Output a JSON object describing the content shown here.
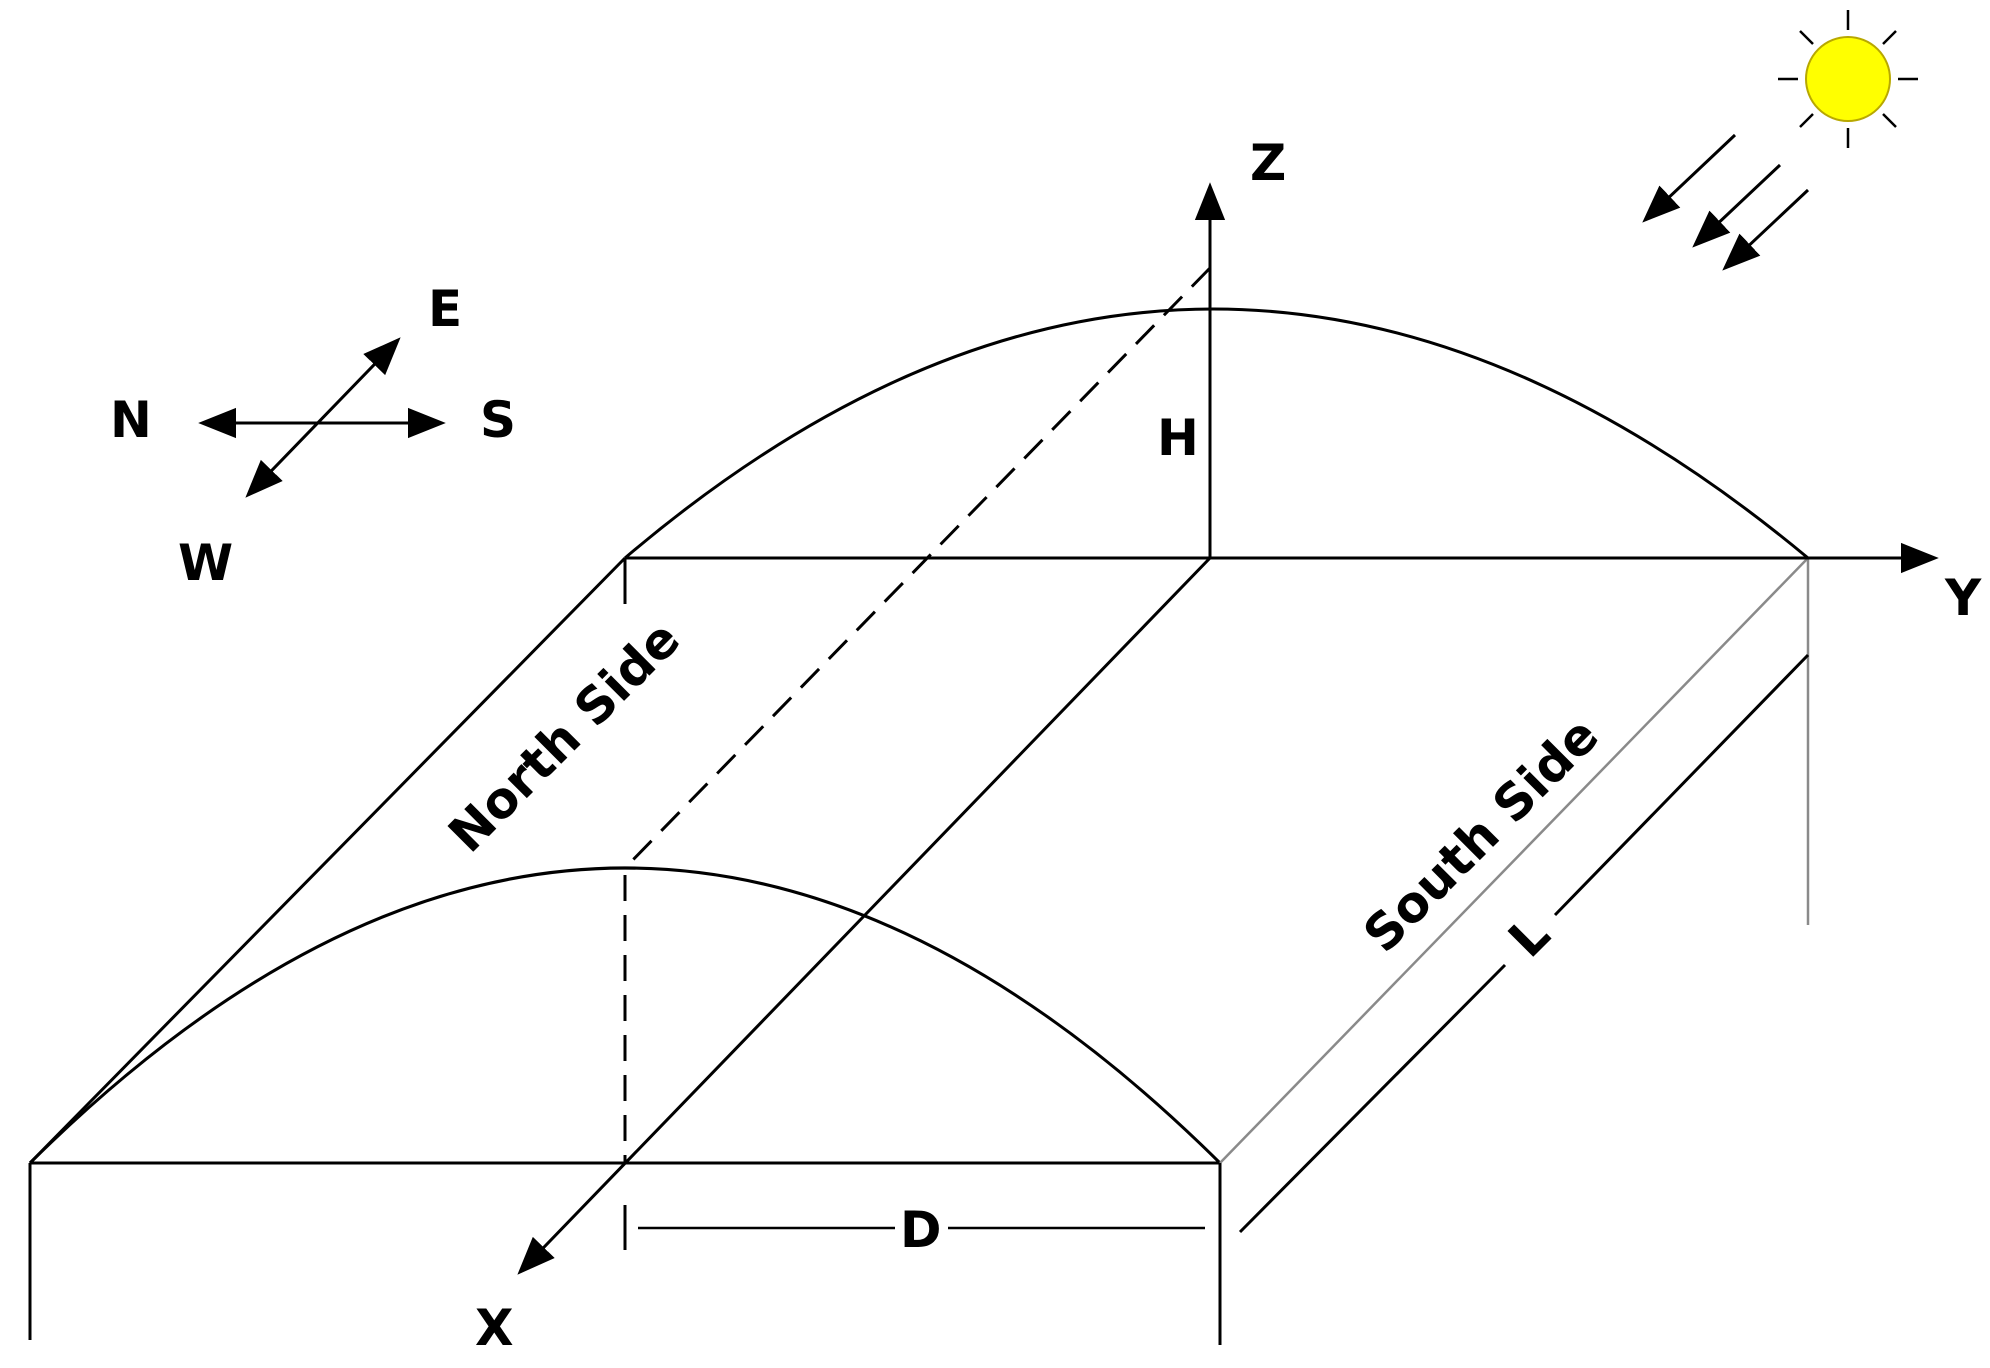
{
  "axes": {
    "x_label": "X",
    "y_label": "Y",
    "z_label": "Z"
  },
  "dimensions": {
    "height_label": "H",
    "width_label": "D",
    "length_label": "L"
  },
  "sides": {
    "north": "North Side",
    "south": "South Side"
  },
  "compass": {
    "north": "N",
    "south": "S",
    "east": "E",
    "west": "W"
  },
  "colors": {
    "line": "#000000",
    "sun_fill": "#ffff00",
    "sun_stroke": "#b8a800",
    "edge_gray": "#8a8a8a"
  },
  "icons": {
    "sun": "sun-icon",
    "sun_rays": "sunlight-arrows-icon"
  }
}
